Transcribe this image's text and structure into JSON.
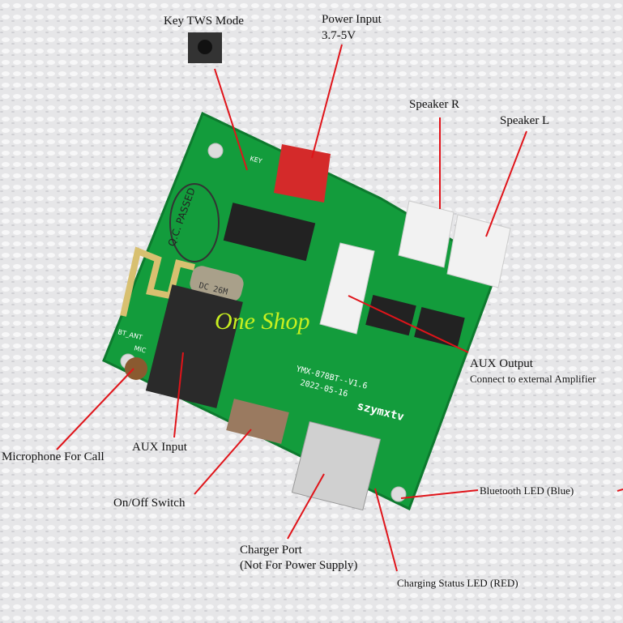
{
  "labels": {
    "key_tws": "Key TWS Mode",
    "power_input": "Power Input",
    "power_voltage": "3.7-5V",
    "speaker_r": "Speaker R",
    "speaker_l": "Speaker L",
    "aux_output": "AUX Output",
    "aux_output_note": "Connect to external Amplifier",
    "microphone": "Microphone For Call",
    "aux_input": "AUX Input",
    "switch": "On/Off Switch",
    "charger_port": "Charger Port",
    "charger_note": "(Not For Power Supply)",
    "charging_led": "Charging Status LED (RED)",
    "bt_led": "Bluetooth LED (Blue)"
  },
  "board": {
    "model": "YMX-878BT--V1.6",
    "date": "2022-05-16",
    "brand": "szymxtv",
    "crystal": "DC 26M",
    "qc_stamp": "Q.C. PASSED",
    "silk_key": "KEY",
    "silk_ant": "BT_ANT",
    "silk_mic": "MIC"
  },
  "watermark": "One Shop",
  "colors": {
    "pcb": "#119a3a",
    "leader": "#e0141a",
    "connector_red": "#d42a2a",
    "connector_white": "#f2f2f2",
    "watermark": "#c8f020"
  }
}
